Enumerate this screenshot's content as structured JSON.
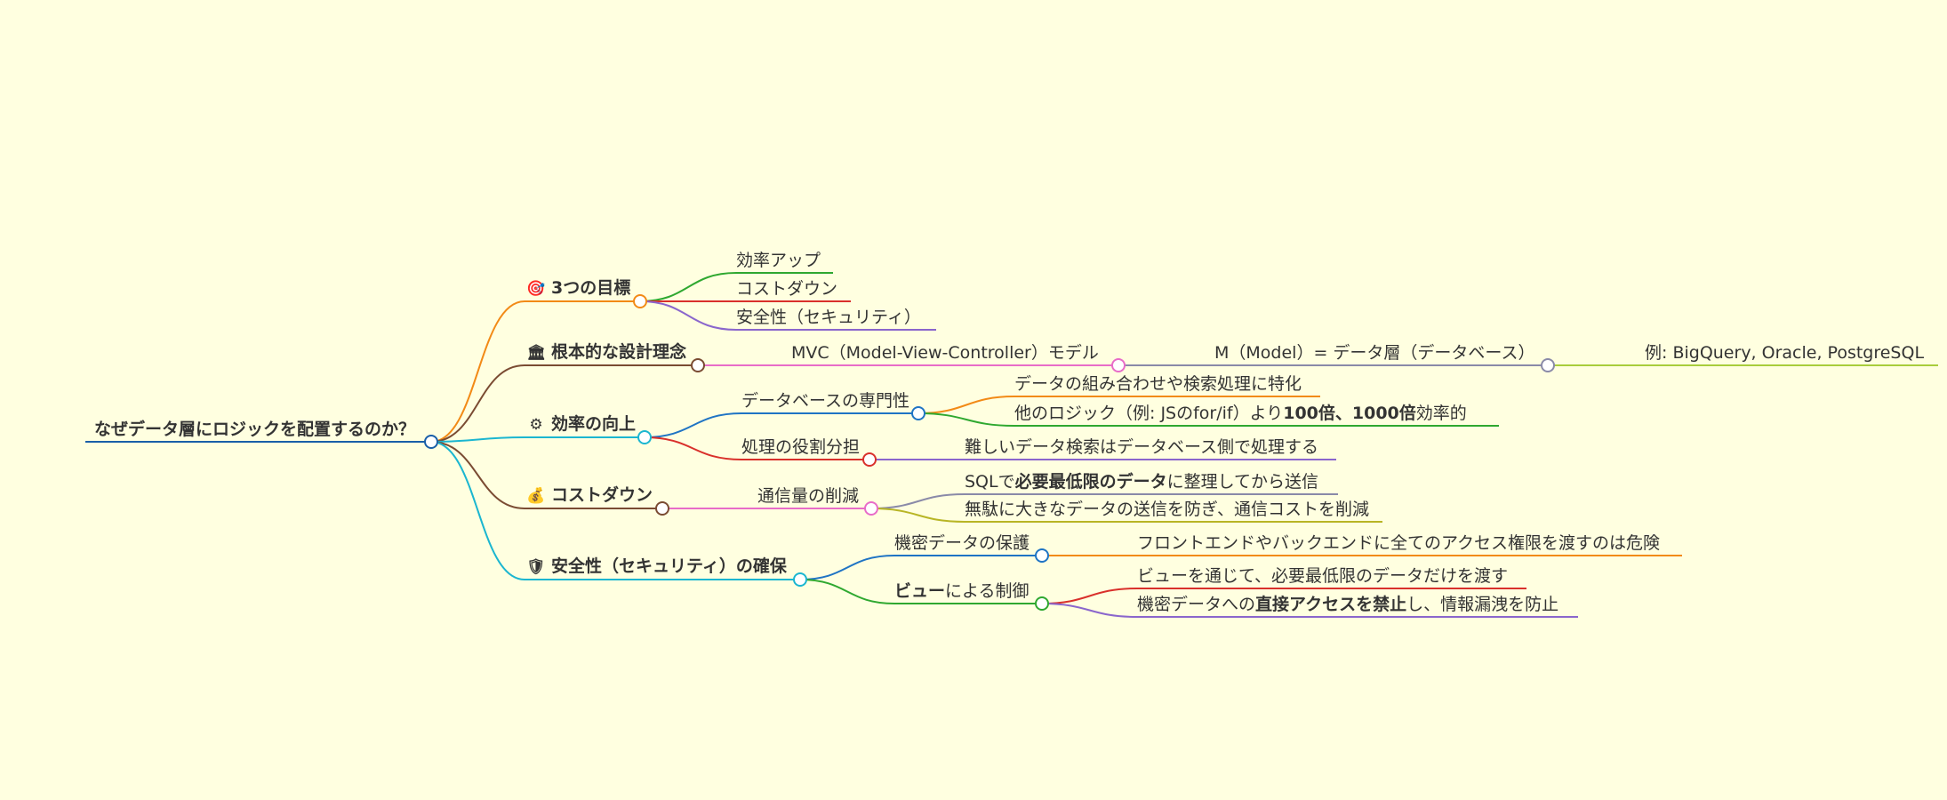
{
  "mindmap": {
    "root": {
      "text": "なぜデータ層にロジックを配置するのか？"
    },
    "colors": {
      "orange": "#f28a16",
      "brown": "#7a4b32",
      "cyan": "#1bb6d0",
      "blue": "#1f74c4",
      "green": "#2fa830",
      "red": "#d9302b",
      "purple": "#8a66cc",
      "pink": "#e86cc8",
      "olive": "#b8b525",
      "lime": "#a8cc3c",
      "gray": "#8a8aa8",
      "root_line": "#1a5fa8"
    },
    "branches": {
      "goals": {
        "icon": "🎯",
        "text": "3つの目標",
        "children": {
          "a": {
            "text": "効率アップ"
          },
          "b": {
            "text": "コストダウン"
          },
          "c": {
            "text": "安全性（セキュリティ）"
          }
        }
      },
      "principle": {
        "icon": "🏛",
        "text": "根本的な設計理念",
        "children": {
          "mvc": {
            "text": "MVC（Model-View-Controller）モデル",
            "children": {
              "model": {
                "text": "M（Model）= データ層（データベース）",
                "children": {
                  "ex": {
                    "text": "例: BigQuery, Oracle, PostgreSQL"
                  }
                }
              }
            }
          }
        }
      },
      "efficiency": {
        "icon": "⚙",
        "text": "効率の向上",
        "children": {
          "expert": {
            "text": "データベースの専門性",
            "children": {
              "a": {
                "text": "データの組み合わせや検索処理に特化"
              },
              "b": {
                "pre": "他のロジック（例: JSのfor/if）より",
                "bold": "100倍、1000倍",
                "post": "効率的"
              }
            }
          },
          "role": {
            "text": "処理の役割分担",
            "children": {
              "a": {
                "text": "難しいデータ検索はデータベース側で処理する"
              }
            }
          }
        }
      },
      "cost": {
        "icon": "💰",
        "text": "コストダウン",
        "children": {
          "traffic": {
            "text": "通信量の削減",
            "children": {
              "a": {
                "pre": "SQLで",
                "bold": "必要最低限のデータ",
                "post": "に整理してから送信"
              },
              "b": {
                "text": "無駄に大きなデータの送信を防ぎ、通信コストを削減"
              }
            }
          }
        }
      },
      "security": {
        "icon": "🛡",
        "text": "安全性（セキュリティ）の確保",
        "children": {
          "protect": {
            "text": "機密データの保護",
            "children": {
              "a": {
                "text": "フロントエンドやバックエンドに全てのアクセス権限を渡すのは危険"
              }
            }
          },
          "view": {
            "bold": "ビュー",
            "post": "による制御",
            "children": {
              "a": {
                "text": "ビューを通じて、必要最低限のデータだけを渡す"
              },
              "b": {
                "pre": "機密データへの",
                "bold": "直接アクセスを禁止",
                "post": "し、情報漏洩を防止"
              }
            }
          }
        }
      }
    }
  }
}
